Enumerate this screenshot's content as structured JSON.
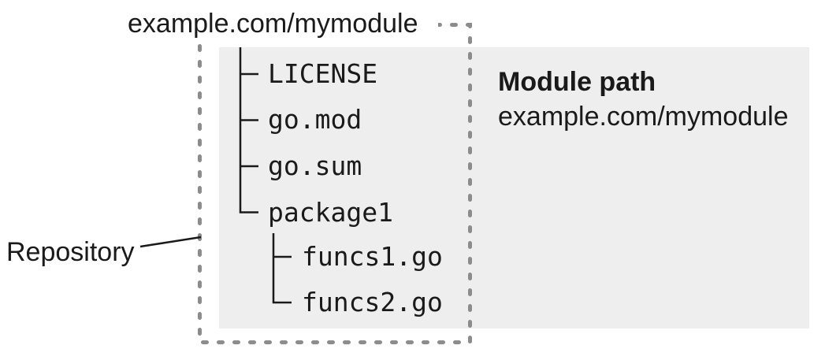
{
  "title": "example.com/mymodule",
  "repository": {
    "label": "Repository"
  },
  "module_panel": {
    "heading": "Module path",
    "path": "example.com/mymodule"
  },
  "file_tree": {
    "items": [
      {
        "name": "LICENSE",
        "level": 1
      },
      {
        "name": "go.mod",
        "level": 1
      },
      {
        "name": "go.sum",
        "level": 1
      },
      {
        "name": "package1",
        "level": 1
      },
      {
        "name": "funcs1.go",
        "level": 2
      },
      {
        "name": "funcs2.go",
        "level": 2
      }
    ]
  },
  "colors": {
    "canvas_background": "#ffffff",
    "panel_background": "#eeeeee",
    "dotted_border": "#8c8c8c",
    "tree_line": "#1a1a1a",
    "text": "#1a1a1a"
  }
}
